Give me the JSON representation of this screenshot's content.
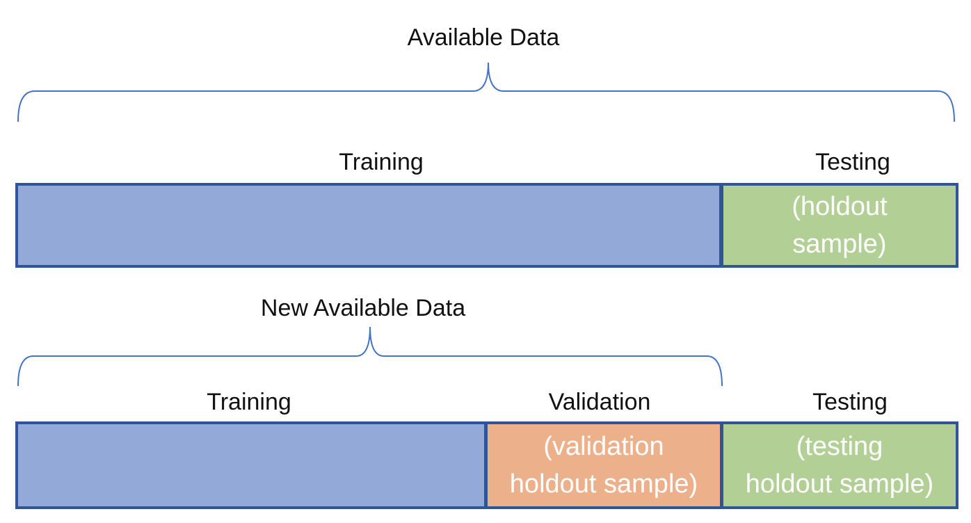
{
  "top": {
    "bracket_label": "Available Data",
    "training_label": "Training",
    "testing_label": "Testing",
    "testing_box_lines": [
      "(holdout",
      "sample)"
    ]
  },
  "bottom": {
    "bracket_label": "New Available Data",
    "training_label": "Training",
    "validation_label": "Validation",
    "testing_label": "Testing",
    "validation_box_lines": [
      "(validation",
      "holdout sample)"
    ],
    "testing_box_lines": [
      "(testing",
      "holdout sample)"
    ]
  },
  "colors": {
    "training": "#93a9d7",
    "testing": "#b2d095",
    "validation": "#ecb18b",
    "border": "#2f5597",
    "bracket": "#4472c4"
  }
}
